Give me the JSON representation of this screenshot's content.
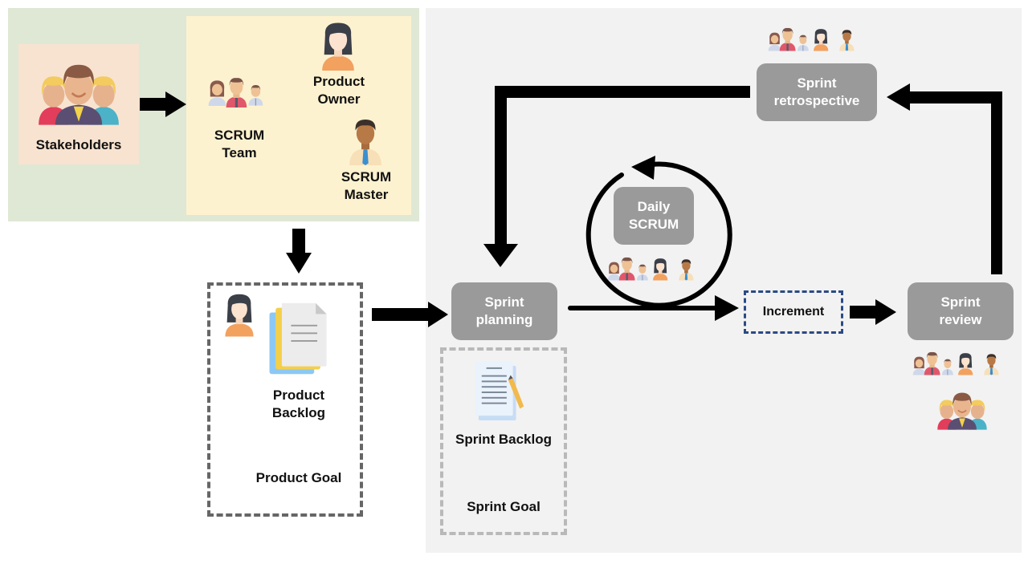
{
  "diagram": {
    "title": "SCRUM framework",
    "roles": {
      "stakeholders": "Stakeholders",
      "scrum_team": [
        "SCRUM",
        "Team"
      ],
      "product_owner": [
        "Product",
        "Owner"
      ],
      "scrum_master": [
        "SCRUM",
        "Master"
      ]
    },
    "artifacts": {
      "product_backlog": [
        "Product",
        "Backlog"
      ],
      "product_goal": "Product Goal",
      "sprint_backlog": "Sprint Backlog",
      "sprint_goal": "Sprint Goal",
      "increment": "Increment"
    },
    "events": {
      "sprint_planning": [
        "Sprint",
        "planning"
      ],
      "daily_scrum": [
        "Daily",
        "SCRUM"
      ],
      "sprint_review": [
        "Sprint",
        "review"
      ],
      "sprint_retrospective": [
        "Sprint",
        "retrospective"
      ]
    },
    "colors": {
      "green_panel": "#dfe8d5",
      "yellow_panel": "#fdf2cf",
      "peach_panel": "#f8e3d0",
      "gray_panel": "#f2f2f2",
      "event_box": "#9a9a9a",
      "increment_border": "#2b4a85",
      "arrow": "#000000"
    }
  }
}
